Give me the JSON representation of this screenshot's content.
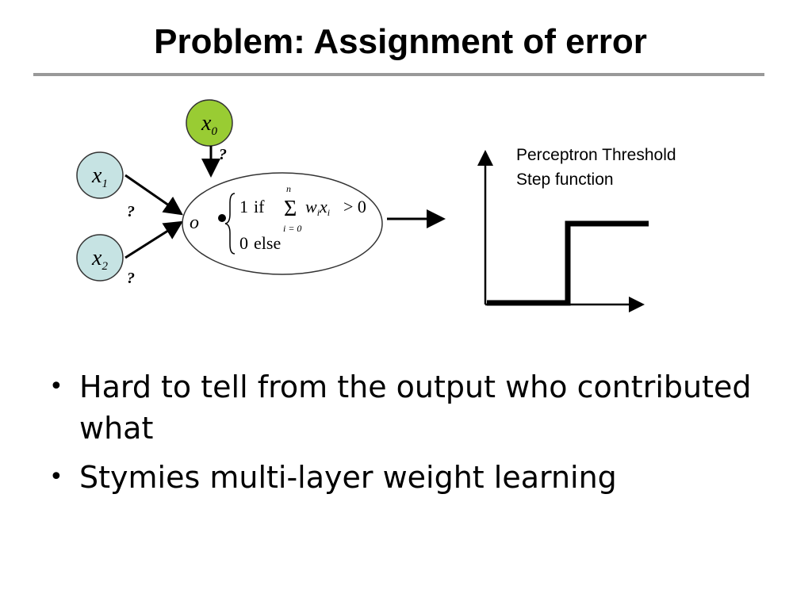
{
  "slide": {
    "title": "Problem: Assignment of error"
  },
  "diagram": {
    "inputs": [
      {
        "base": "x",
        "sub": "0",
        "fill": "#99cc33"
      },
      {
        "base": "x",
        "sub": "1",
        "fill": "#c6e3e3"
      },
      {
        "base": "x",
        "sub": "2",
        "fill": "#c6e3e3"
      }
    ],
    "weight_labels": [
      "?",
      "?",
      "?"
    ],
    "neuron_formula": {
      "case_if_value": "1",
      "case_if_word": "if",
      "sum_upper": "n",
      "sum_lower": "i = 0",
      "term_w": "w",
      "term_w_sub": "i",
      "term_x": "x",
      "term_x_sub": "i",
      "compare": "> 0",
      "case_else_value": "0",
      "case_else_word": "else"
    },
    "step_caption_line1": "Perceptron Threshold",
    "step_caption_line2": "Step function"
  },
  "bullets": [
    "Hard to tell  from the output who contributed what",
    "Stymies multi-layer weight learning"
  ],
  "colors": {
    "x0_fill": "#99cc33",
    "input_fill": "#c6e3e3",
    "rule": "#999999"
  }
}
